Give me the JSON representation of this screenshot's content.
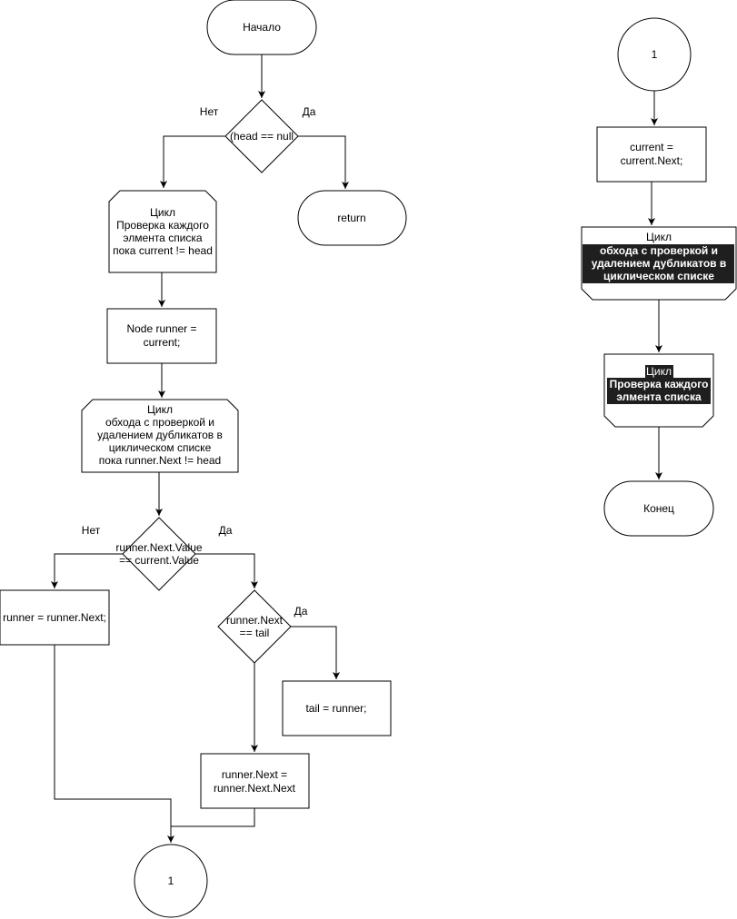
{
  "nodes": {
    "start": "Начало",
    "decision_head": "(head == null",
    "no_1": "Нет",
    "yes_1": "Да",
    "return": "return",
    "loop_outer": [
      "Цикл",
      "Проверка каждого",
      "элмента списка",
      "пока current != head"
    ],
    "runner_init": [
      "Node runner =",
      "current;"
    ],
    "loop_inner": [
      "Цикл",
      "обхода с проверкой и",
      "удалением дубликатов в",
      "циклическом списке",
      "пока runner.Next != head"
    ],
    "decision_value": [
      "runner.Next.Value",
      "== current.Value"
    ],
    "no_2": "Нет",
    "yes_2": "Да",
    "runner_advance": "runner = runner.Next;",
    "decision_tail": [
      "runner.Next",
      "== tail"
    ],
    "yes_3": "Да",
    "tail_assign": "tail = runner;",
    "next_skip": [
      "runner.Next =",
      "runner.Next.Next"
    ],
    "connector_out": "1",
    "connector_in": "1",
    "current_advance": [
      "current =",
      "current.Next;"
    ],
    "loop_inner_end": [
      "Цикл",
      "обхода с проверкой и",
      "удалением дубликатов в",
      "циклическом списке"
    ],
    "loop_outer_end": [
      "Цикл",
      "Проверка каждого",
      "элмента списка"
    ],
    "end": "Конец"
  }
}
